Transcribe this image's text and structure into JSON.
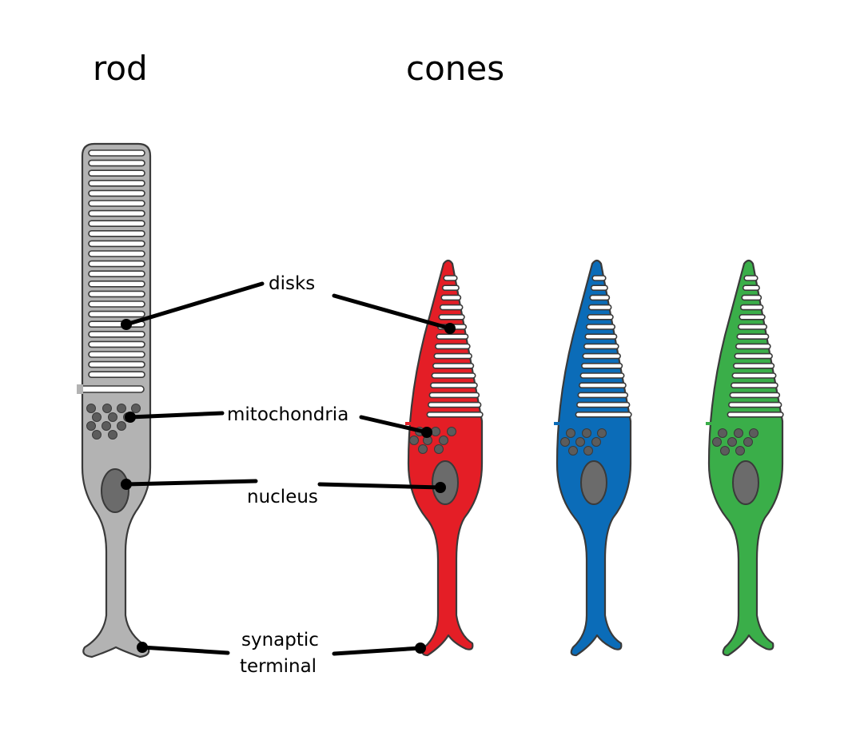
{
  "headings": {
    "rod": "rod",
    "cones": "cones"
  },
  "labels": {
    "disks": "disks",
    "mitochondria": "mitochondria",
    "nucleus": "nucleus",
    "synaptic_line1": "synaptic",
    "synaptic_line2": "terminal"
  },
  "colors": {
    "rod": "#b3b3b3",
    "cone_red": "#e41e26",
    "cone_blue": "#0b6cb8",
    "cone_green": "#3aae49",
    "outline": "#3a3a3a",
    "nucleus": "#6b6b6b",
    "mitochondria": "#5c5c5c",
    "leader": "#000000"
  }
}
